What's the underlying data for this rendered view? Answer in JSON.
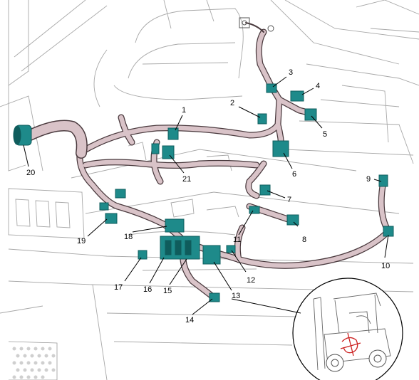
{
  "callouts": [
    {
      "id": "1",
      "label": "1"
    },
    {
      "id": "2",
      "label": "2"
    },
    {
      "id": "3",
      "label": "3"
    },
    {
      "id": "4",
      "label": "4"
    },
    {
      "id": "5",
      "label": "5"
    },
    {
      "id": "6",
      "label": "6"
    },
    {
      "id": "7",
      "label": "7"
    },
    {
      "id": "8",
      "label": "8"
    },
    {
      "id": "9",
      "label": "9"
    },
    {
      "id": "10",
      "label": "10"
    },
    {
      "id": "11",
      "label": "11"
    },
    {
      "id": "12",
      "label": "12"
    },
    {
      "id": "13",
      "label": "13"
    },
    {
      "id": "14",
      "label": "14"
    },
    {
      "id": "15",
      "label": "15"
    },
    {
      "id": "16",
      "label": "16"
    },
    {
      "id": "17",
      "label": "17"
    },
    {
      "id": "18",
      "label": "18"
    },
    {
      "id": "19",
      "label": "19"
    },
    {
      "id": "20",
      "label": "20"
    },
    {
      "id": "21",
      "label": "21"
    }
  ],
  "colors": {
    "harness_fill": "#d9c3c8",
    "harness_stroke": "#4a3a3e",
    "connector": "#1e8a8a",
    "connector_dark": "#0f5c5c",
    "linework": "#9a9a9a",
    "inset_harness": "#cc2222"
  }
}
